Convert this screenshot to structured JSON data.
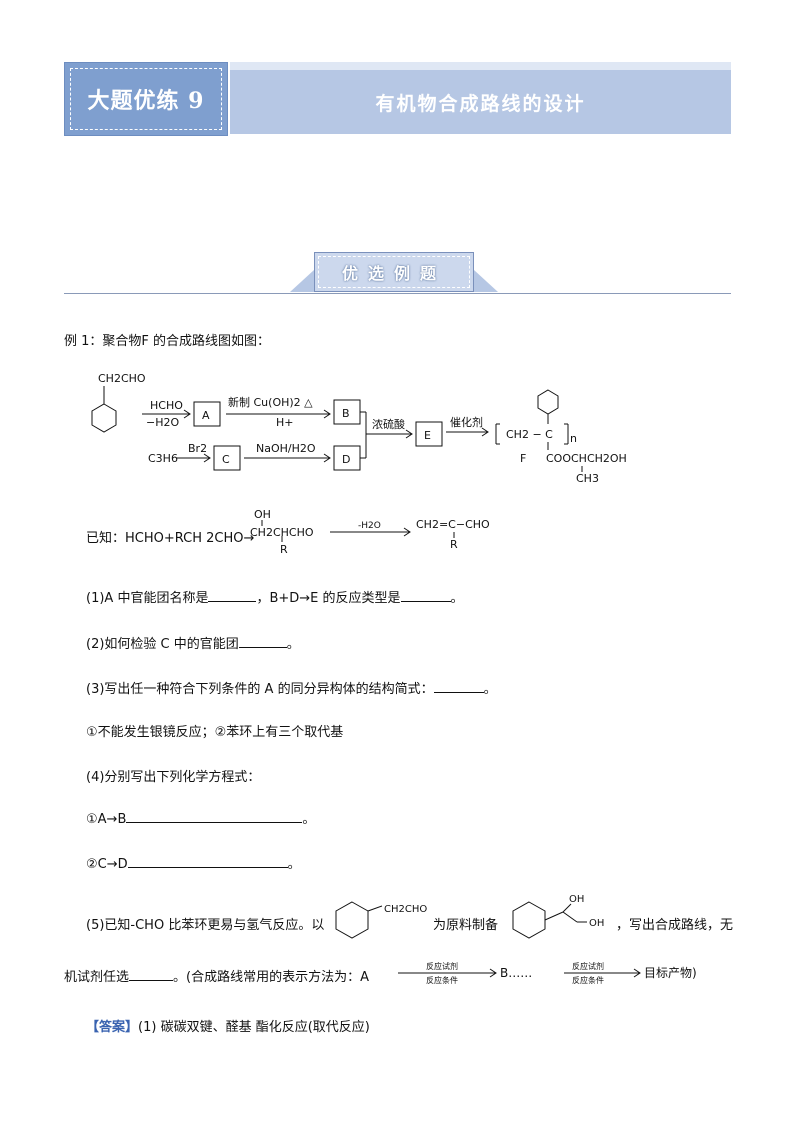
{
  "header": {
    "left_title": "大题优练 9",
    "right_title": "有机物合成路线的设计"
  },
  "section_title": "优选例题",
  "example_label": "例 1：聚合物F 的合成路线图如图：",
  "scheme": {
    "start": "CH2CHO",
    "arrow1_top": "HCHO",
    "arrow1_bottom": "−H2O",
    "box_a": "A",
    "arrow2_top": "新制 Cu(OH)2  △",
    "arrow2_bottom": "H+",
    "box_b": "B",
    "c3h6": "C3H6",
    "arrow3_top": "Br2",
    "box_c": "C",
    "arrow4_top": "NaOH/H2O",
    "box_d": "D",
    "arrow5_top": "浓硫酸",
    "box_e": "E",
    "arrow6_top": "催化剂",
    "polymer_chain": "CH2 − C",
    "polymer_n": "n",
    "polymer_label": "F",
    "polymer_ester": "COOCHCH2OH",
    "polymer_ch3": "CH3"
  },
  "known": {
    "label": "已知：",
    "reactants": "HCHO+RCH 2CHO→",
    "oh": "OH",
    "middle": "CH2CHCHO",
    "r1": "R",
    "arrow_cond": "-H2O",
    "product": "CH2=C−CHO",
    "r2": "R"
  },
  "questions": {
    "q1_a": "(1)A 中官能团名称是",
    "q1_b": "，B+D→E 的反应类型是",
    "q1_end": "。",
    "q2": "(2)如何检验 C 中的官能团",
    "q2_end": "。",
    "q3": "(3)写出任一种符合下列条件的 A 的同分异构体的结构简式：",
    "q3_end": "。",
    "q3_conditions": "①不能发生银镜反应；②苯环上有三个取代基",
    "q4": "(4)分别写出下列化学方程式：",
    "q4_1": "①A→B",
    "q4_1_end": "。",
    "q4_2": "②C→D",
    "q4_2_end": "。",
    "q5_a": "(5)已知-CHO 比苯环更易与氢气反应。以",
    "q5_start_group": "CH2CHO",
    "q5_b": "为原料制备",
    "q5_oh1": "OH",
    "q5_oh2": "OH",
    "q5_c": "，写出合成路线，无",
    "q5_line2_a": "机试剂任选",
    "q5_line2_b": "。(合成路线常用的表示方法为：A",
    "route_top": "反应试剂",
    "route_bottom": "反应条件",
    "route_mid": "B……",
    "route_end": "目标产物)"
  },
  "answer": {
    "tag": "【答案】",
    "text": "(1)  碳碳双键、醛基       酯化反应(取代反应)"
  }
}
